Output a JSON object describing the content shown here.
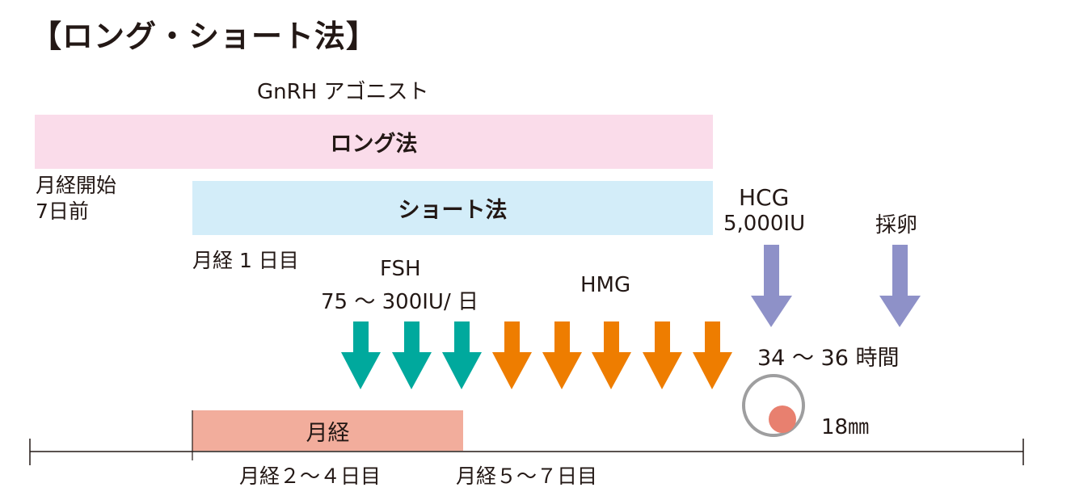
{
  "title": "【ロング・ショート法】",
  "agonist_label": "GnRH アゴニスト",
  "long_bar_label": "ロング法",
  "short_bar_label": "ショート法",
  "mens_start": "月経開始\n7日前",
  "mens_day1": "月経 1 日目",
  "fsh": {
    "name": "FSH",
    "dose": "75 ～ 300IU/ 日"
  },
  "hmg_label": "HMG",
  "hcg": {
    "name": "HCG",
    "dose": "5,000IU"
  },
  "egg_retrieval": "採卵",
  "hours_label": "34 ～ 36 時間",
  "follicle_size": "18㎜",
  "mens_bar_label": "月経",
  "mens_days_2_4": "月経２～４日目",
  "mens_days_5_7": "月経５～７日目",
  "colors": {
    "long_bar": "#fadcea",
    "short_bar": "#d3edf9",
    "mens_bar": "#f2ad9c",
    "fsh_arrow": "#00a99d",
    "hmg_arrow": "#ee7d00",
    "hcg_arrow": "#8e91c8",
    "follicle": "#e8806f",
    "ring": "#9e9e9f"
  },
  "arrows": {
    "fsh_count": 3,
    "hmg_count": 5,
    "hcg_count": 1,
    "retrieval_count": 1
  }
}
